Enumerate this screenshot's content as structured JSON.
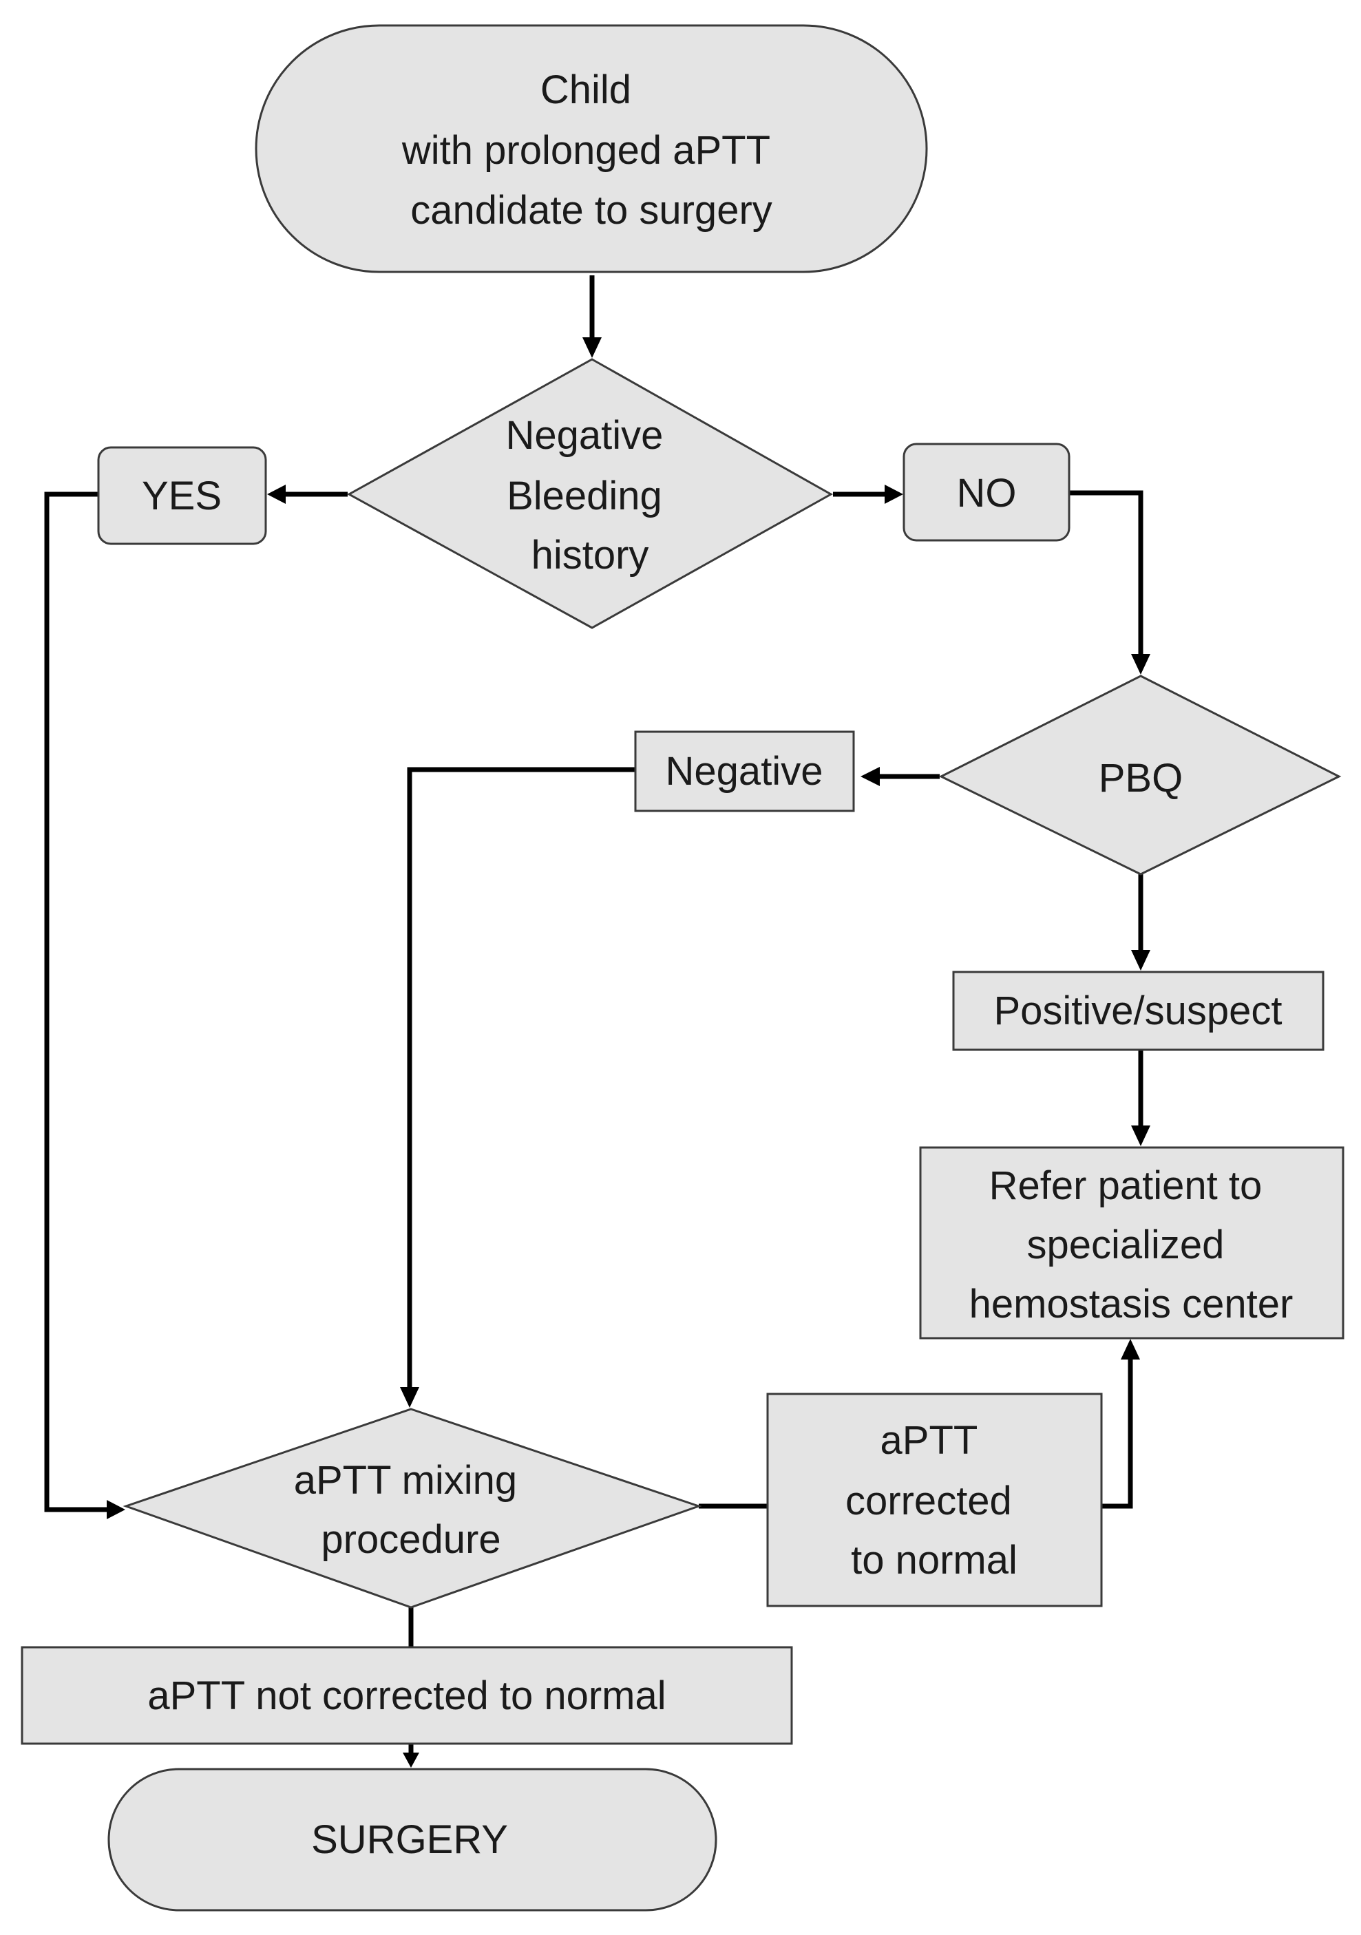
{
  "nodes": {
    "start": {
      "lines": [
        "Child",
        "with prolonged aPTT",
        "candidate to surgery"
      ]
    },
    "bleeding_history": {
      "lines": [
        "Negative",
        "Bleeding",
        "history"
      ]
    },
    "yes": {
      "lines": [
        "YES"
      ]
    },
    "no": {
      "lines": [
        "NO"
      ]
    },
    "pbq": {
      "lines": [
        "PBQ"
      ]
    },
    "negative": {
      "lines": [
        "Negative"
      ]
    },
    "positive_suspect": {
      "lines": [
        "Positive/suspect"
      ]
    },
    "refer": {
      "lines": [
        "Refer patient to",
        "specialized",
        "hemostasis center"
      ]
    },
    "mixing": {
      "lines": [
        "aPTT mixing",
        "procedure"
      ]
    },
    "corrected": {
      "lines": [
        "aPTT",
        "corrected",
        "to normal"
      ]
    },
    "not_corrected": {
      "lines": [
        "aPTT not corrected to normal"
      ]
    },
    "surgery": {
      "lines": [
        "SURGERY"
      ]
    }
  },
  "edges": [
    {
      "from": "start",
      "to": "bleeding_history"
    },
    {
      "from": "bleeding_history",
      "to": "yes"
    },
    {
      "from": "bleeding_history",
      "to": "no"
    },
    {
      "from": "yes",
      "to": "mixing"
    },
    {
      "from": "no",
      "to": "pbq"
    },
    {
      "from": "pbq",
      "to": "negative"
    },
    {
      "from": "pbq",
      "to": "positive_suspect"
    },
    {
      "from": "negative",
      "to": "mixing"
    },
    {
      "from": "positive_suspect",
      "to": "refer"
    },
    {
      "from": "mixing",
      "to": "corrected"
    },
    {
      "from": "corrected",
      "to": "refer"
    },
    {
      "from": "mixing",
      "to": "not_corrected"
    },
    {
      "from": "not_corrected",
      "to": "surgery"
    }
  ]
}
